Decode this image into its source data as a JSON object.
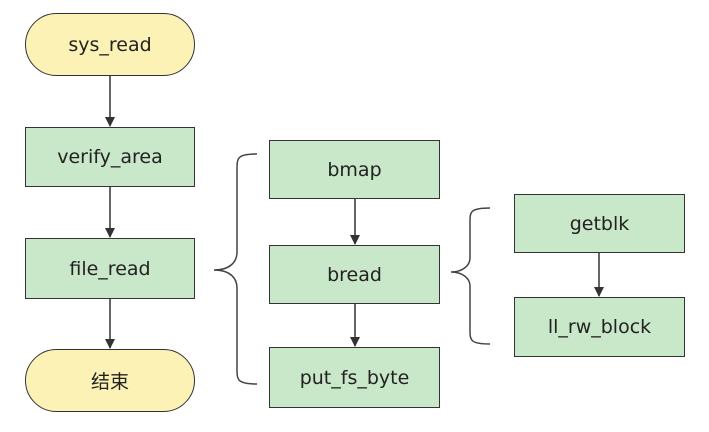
{
  "colors": {
    "terminal_fill": "#fdf2b6",
    "process_fill": "#c9e7c9",
    "stroke": "#333333",
    "brace": "#444444"
  },
  "nodes": {
    "start": "sys_read",
    "verify": "verify_area",
    "file_read": "file_read",
    "end": "结束",
    "bmap": "bmap",
    "bread": "bread",
    "put": "put_fs_byte",
    "getblk": "getblk",
    "ll": "ll_rw_block"
  },
  "edges": [
    [
      "start",
      "verify"
    ],
    [
      "verify",
      "file_read"
    ],
    [
      "file_read",
      "end"
    ],
    [
      "bmap",
      "bread"
    ],
    [
      "bread",
      "put"
    ],
    [
      "getblk",
      "ll"
    ]
  ],
  "braces": [
    {
      "from": "file_read",
      "expands_to": [
        "bmap",
        "bread",
        "put"
      ]
    },
    {
      "from": "bread",
      "expands_to": [
        "getblk",
        "ll"
      ]
    }
  ]
}
